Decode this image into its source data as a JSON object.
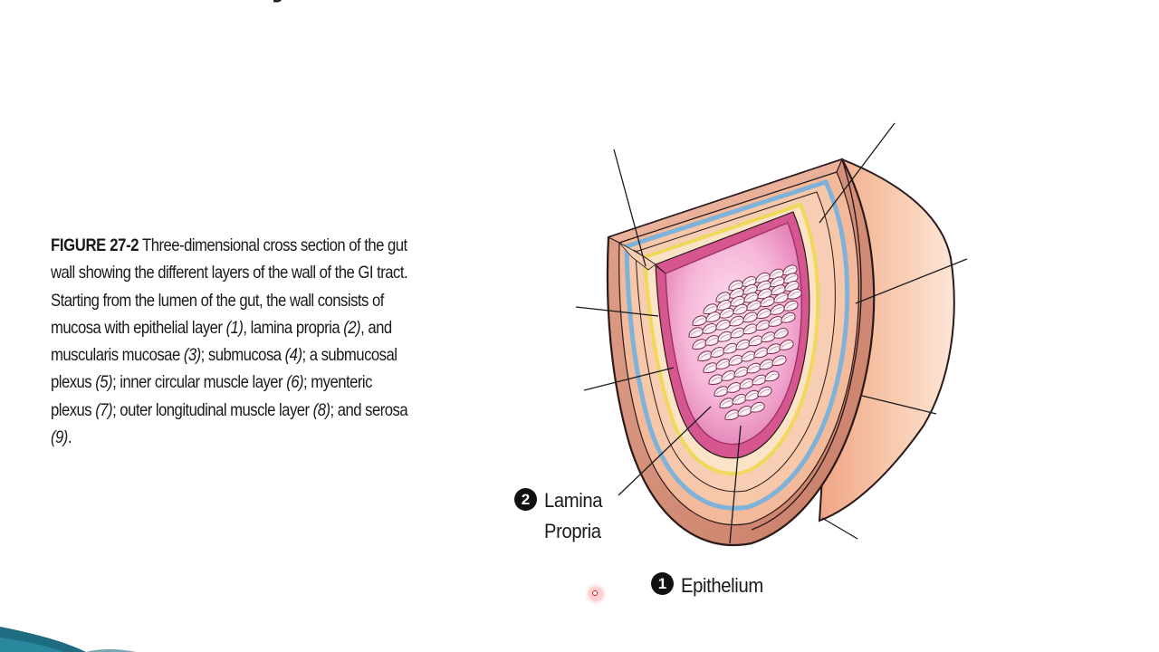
{
  "slide": {
    "title_fragment": "y"
  },
  "caption": {
    "figure_label": "FIGURE 27-2",
    "text_parts": [
      " Three-dimensional cross section of the gut wall showing the different layers of the wall of the GI tract. Starting from the lumen of the gut, the wall consists of mucosa with epithelial layer ",
      "(1)",
      ", lamina propria ",
      "(2)",
      ", and muscularis mucosae ",
      "(3)",
      "; submucosa ",
      "(4)",
      "; a submucosal plexus ",
      "(5)",
      "; inner circular muscle layer ",
      "(6)",
      "; myenteric plexus ",
      "(7)",
      "; outer longitudinal muscle layer ",
      "(8)",
      "; and serosa ",
      "(9)",
      "."
    ]
  },
  "labels": {
    "lamina_propria": {
      "number": "2",
      "line1": "Lamina",
      "line2": "Propria"
    },
    "epithelium": {
      "number": "1",
      "text": "Epithelium"
    }
  },
  "colors": {
    "serosa": "#d9957f",
    "muscle_outer": "#f2b99a",
    "blue_plexus": "#7fb2d9",
    "submucosa": "#f6c7a8",
    "yellow_layer": "#f5e27a",
    "mucosa_rim": "#c2457a",
    "lumen_pink": "#f3a7cf",
    "outline": "#2a1a1a",
    "accent_teal": "#1d6c7f"
  }
}
